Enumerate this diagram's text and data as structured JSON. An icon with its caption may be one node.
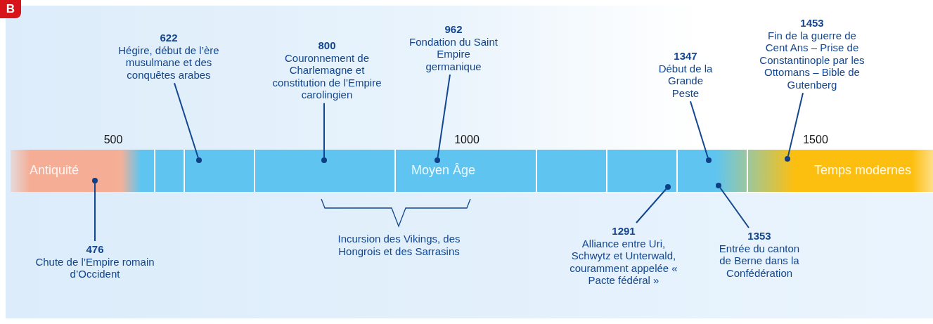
{
  "diagram": {
    "nodes": [
      {
        "text": [
          "Antiquité"
        ]
      },
      {
        "text": [
          "Moyen Âge"
        ]
      },
      {
        "text": [
          "Temps modernes"
        ]
      },
      {
        "text": [
          "622",
          "Hégire, début de l’ère musulmane et des conquêtes arabes"
        ]
      },
      {
        "text": [
          "800",
          "Couronnement de Charlemagne et constitution de l’Empire carolingien"
        ]
      },
      {
        "text": [
          "962",
          "Fondation du Saint Empire germanique"
        ]
      },
      {
        "text": [
          "1347",
          "Début de la Grande Peste"
        ]
      },
      {
        "text": [
          "1453",
          "Fin de la guerre de Cent Ans – Prise de Constantinople par les Ottomans – Bible de Gutenberg"
        ]
      },
      {
        "text": [
          "476",
          "Chute de l’Empire romain d’Occident"
        ]
      },
      {
        "text": [
          "1291",
          "Alliance entre Uri, Schwytz et Unterwald, couramment appelée « Pacte fédéral »"
        ]
      },
      {
        "text": [
          "1353",
          "Entrée du canton de Berne dans la Confédération"
        ]
      },
      {
        "text": [],
        "shape": "circle",
        "in": 0
      },
      {
        "text": [],
        "shape": "circle",
        "in": 1
      },
      {
        "text": [],
        "shape": "circle",
        "in": 1
      },
      {
        "text": [],
        "shape": "circle",
        "in": 1
      },
      {
        "text": [],
        "shape": "circle",
        "in": 1
      },
      {
        "text": [],
        "shape": "circle",
        "in": 1
      },
      {
        "text": [],
        "shape": "circle",
        "in": 1
      },
      {
        "text": [],
        "shape": "circle",
        "in": 1
      }
    ],
    "edges": [
      {
        "from": 8,
        "to": 11,
        "arrow": "none"
      },
      {
        "from": 3,
        "to": 12,
        "arrow": "none"
      },
      {
        "from": 4,
        "to": 13,
        "arrow": "none"
      },
      {
        "from": 5,
        "to": 14,
        "arrow": "none"
      },
      {
        "from": 9,
        "to": 15,
        "arrow": "none"
      },
      {
        "from": 6,
        "to": 16,
        "arrow": "none"
      },
      {
        "from": 10,
        "to": 17,
        "arrow": "none"
      },
      {
        "from": 7,
        "to": 18,
        "arrow": "none"
      }
    ],
    "labels": [
      "B",
      "500",
      "1000",
      "1500",
      "Incursion des Vikings, des Hongrois et des Sarrasins"
    ]
  }
}
